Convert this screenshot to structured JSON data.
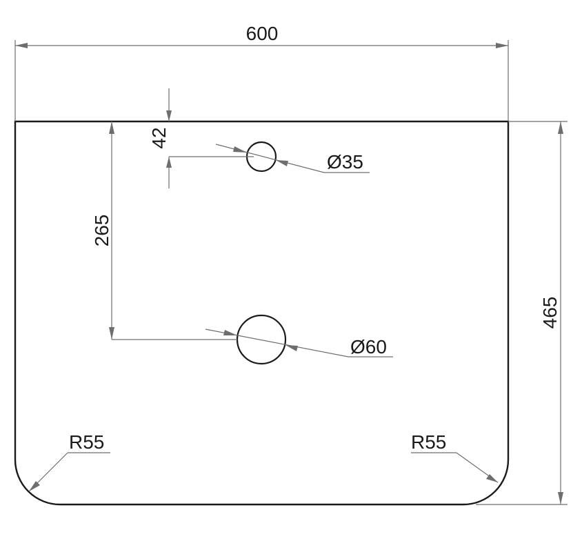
{
  "drawing": {
    "dimensions": {
      "overall_width": "600",
      "overall_height": "465",
      "small_hole_offset": "42",
      "large_hole_offset": "265",
      "small_hole_diameter": "Ø35",
      "large_hole_diameter": "Ø60",
      "corner_radius_left": "R55",
      "corner_radius_right": "R55"
    },
    "colors": {
      "outline": "#1a1a1a",
      "dimension_line": "#6e6e6e",
      "background": "#ffffff"
    }
  }
}
